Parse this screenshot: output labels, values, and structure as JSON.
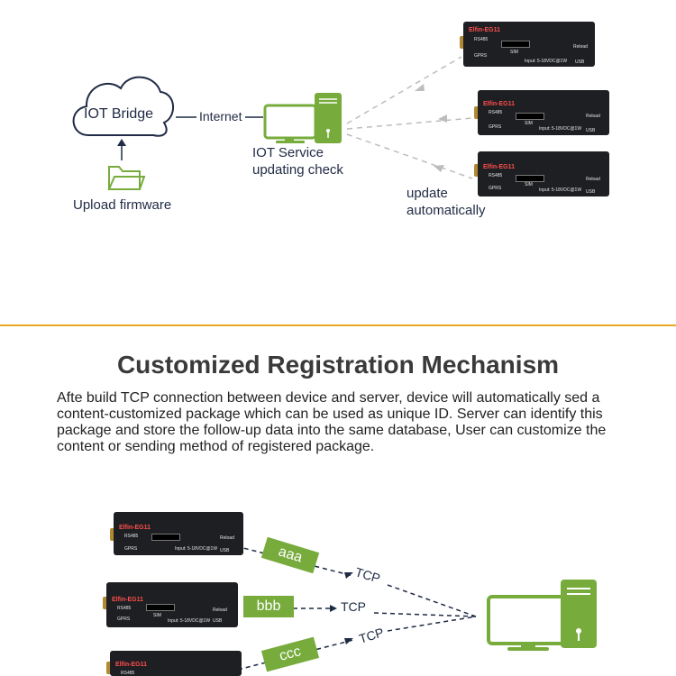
{
  "top": {
    "bridge_label": "IOT Bridge",
    "internet_label": "Internet",
    "service_line1": "IOT Service",
    "service_line2": "updating check",
    "upload_label": "Upload firmware",
    "update_line1": "update",
    "update_line2": "automatically"
  },
  "device": {
    "name": "Elfin-EG11",
    "rs485": "RS485",
    "gprs": "GPRS",
    "sim": "SIM",
    "input": "Input: 5-18VDC@1W",
    "reload": "Reload",
    "usb": "USB"
  },
  "section": {
    "title": "Customized Registration Mechanism",
    "paragraph": "Afte build TCP connection between device and server, device will automatically sed a content-customized package which can be used as unique ID. Server can identify this package and store the follow-up data into the same database, User can customize the content or sending method of registered package."
  },
  "bottom": {
    "tags": [
      "aaa",
      "bbb",
      "ccc"
    ],
    "tcp_label": "TCP"
  },
  "colors": {
    "green": "#77ac3d",
    "navy": "#1f2a44",
    "divider": "#e6a91f"
  }
}
